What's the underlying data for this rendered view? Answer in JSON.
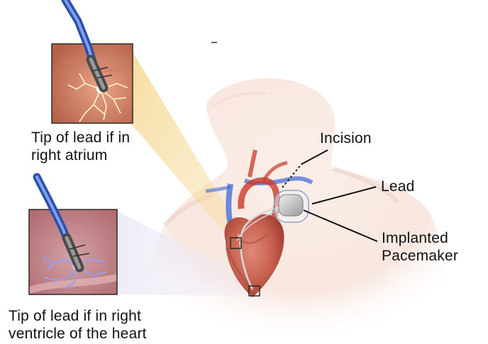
{
  "labels": {
    "atrium_tip": {
      "line1": "Tip of lead if in",
      "line2": "right atrium"
    },
    "ventricle_tip": {
      "line1": "Tip of lead if in right",
      "line2": "ventricle of the heart"
    },
    "incision": "Incision",
    "lead": "Lead",
    "pacemaker": {
      "line1": "Implanted",
      "line2": "Pacemaker"
    }
  },
  "icons": [
    "atrium-inset-icon",
    "ventricle-inset-icon",
    "heart-icon",
    "pacemaker-device-icon",
    "torso-icon"
  ],
  "colors": {
    "skin": "#f6e3da",
    "vein_blue": "#4a6fd4",
    "artery_red": "#c93a2a",
    "callout_glow": "#f3d07a",
    "electric_atrium": "#fff3c8",
    "electric_ventricle": "#8fa0ff",
    "callout_box": "#2a2a2a"
  }
}
